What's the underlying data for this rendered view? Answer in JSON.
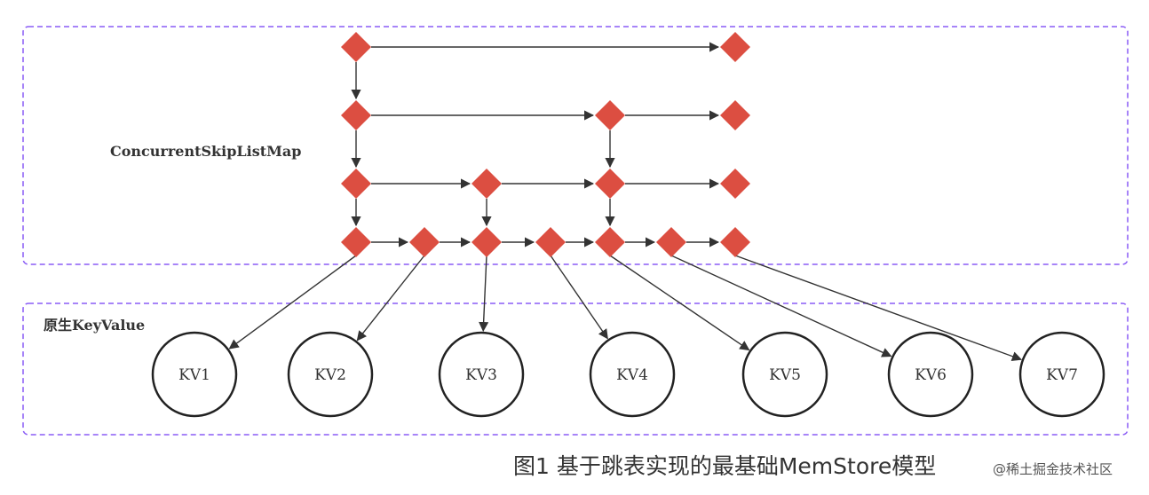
{
  "groups": [
    {
      "id": "skiplist",
      "label": "ConcurrentSkipListMap"
    },
    {
      "id": "kvs",
      "label": "原生KeyValue"
    }
  ],
  "kv_nodes": [
    "KV1",
    "KV2",
    "KV3",
    "KV4",
    "KV5",
    "KV6",
    "KV7"
  ],
  "caption": "图1 基于跳表实现的最基础MemStore模型",
  "watermark": "@稀土掘金技术社区",
  "colors": {
    "node_fill": "#dc4e41",
    "group_border": "#8a5cf5",
    "edge": "#333333"
  },
  "skiplist_levels": [
    [
      0,
      6
    ],
    [
      0,
      4,
      6
    ],
    [
      0,
      2,
      4,
      6
    ],
    [
      0,
      1,
      2,
      3,
      4,
      5,
      6
    ]
  ]
}
